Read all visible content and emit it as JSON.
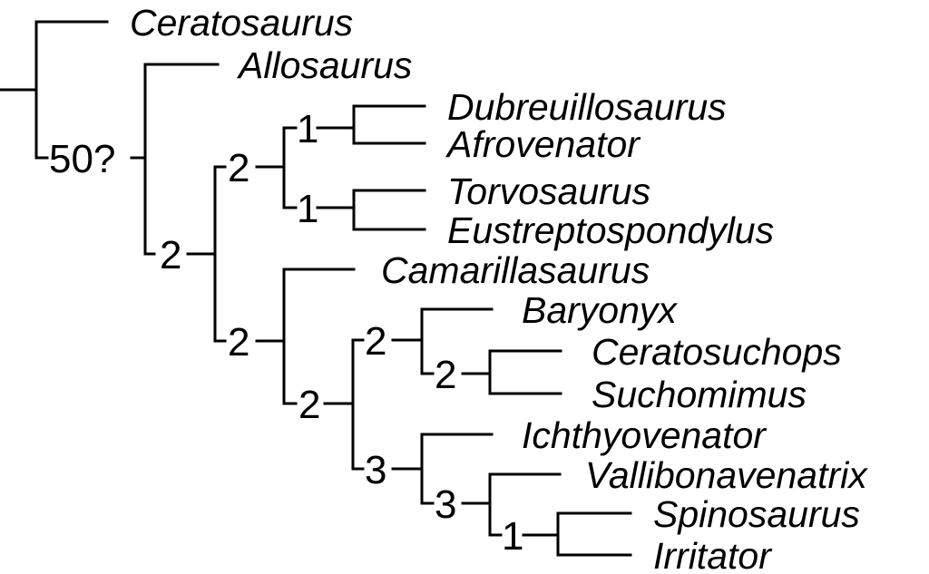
{
  "taxa": [
    "Ceratosaurus",
    "Allosaurus",
    "Dubreuillosaurus",
    "Afrovenator",
    "Torvosaurus",
    "Eustreptospondylus",
    "Camarillasaurus",
    "Baryonyx",
    "Ceratosuchops",
    "Suchomimus",
    "Ichthyovenator",
    "Vallibonavenatrix",
    "Spinosaurus",
    "Irritator"
  ],
  "node_support": [
    "50?",
    "2",
    "2",
    "1",
    "1",
    "2",
    "2",
    "2",
    "3",
    "3",
    "1"
  ]
}
